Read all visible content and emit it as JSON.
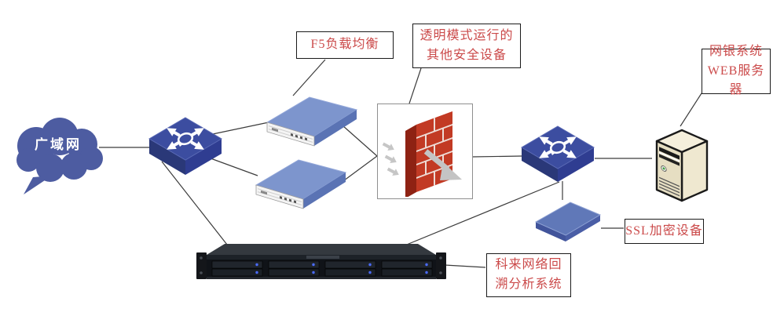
{
  "diagram": {
    "type": "network-security-topology",
    "colors": {
      "device_blue": "#3c4da0",
      "appliance_blue_top": "#7d95cd",
      "ssl_blue": "#6078b8",
      "firewall_red": "#c23a24",
      "server_beige": "#e8e0c6",
      "label_text_red": "#cb4a4a",
      "label_border": "#1a1a1a",
      "connector": "#3c3c3c"
    },
    "nodes": {
      "wan": {
        "label": "广域网",
        "type": "cloud"
      },
      "core_switch": {
        "type": "switch"
      },
      "load_balancer_top": {
        "type": "load-balancer-appliance"
      },
      "load_balancer_bottom": {
        "type": "load-balancer-appliance"
      },
      "firewall": {
        "type": "firewall-brick-wall"
      },
      "distribution_switch": {
        "type": "switch"
      },
      "ssl_device": {
        "type": "flat-appliance"
      },
      "web_server": {
        "type": "tower-server"
      },
      "rack_analyzer": {
        "type": "1u-rack-server"
      }
    },
    "labels": {
      "f5": {
        "text": "F5负载均衡"
      },
      "transparent": {
        "line1": "透明模式运行的",
        "line2": "其他安全设备"
      },
      "webserver": {
        "line1": "网银系统",
        "line2": "WEB服务器"
      },
      "ssl": {
        "text": "SSL加密设备"
      },
      "colasoft": {
        "line1": "科来网络回",
        "line2": "溯分析系统"
      }
    }
  }
}
